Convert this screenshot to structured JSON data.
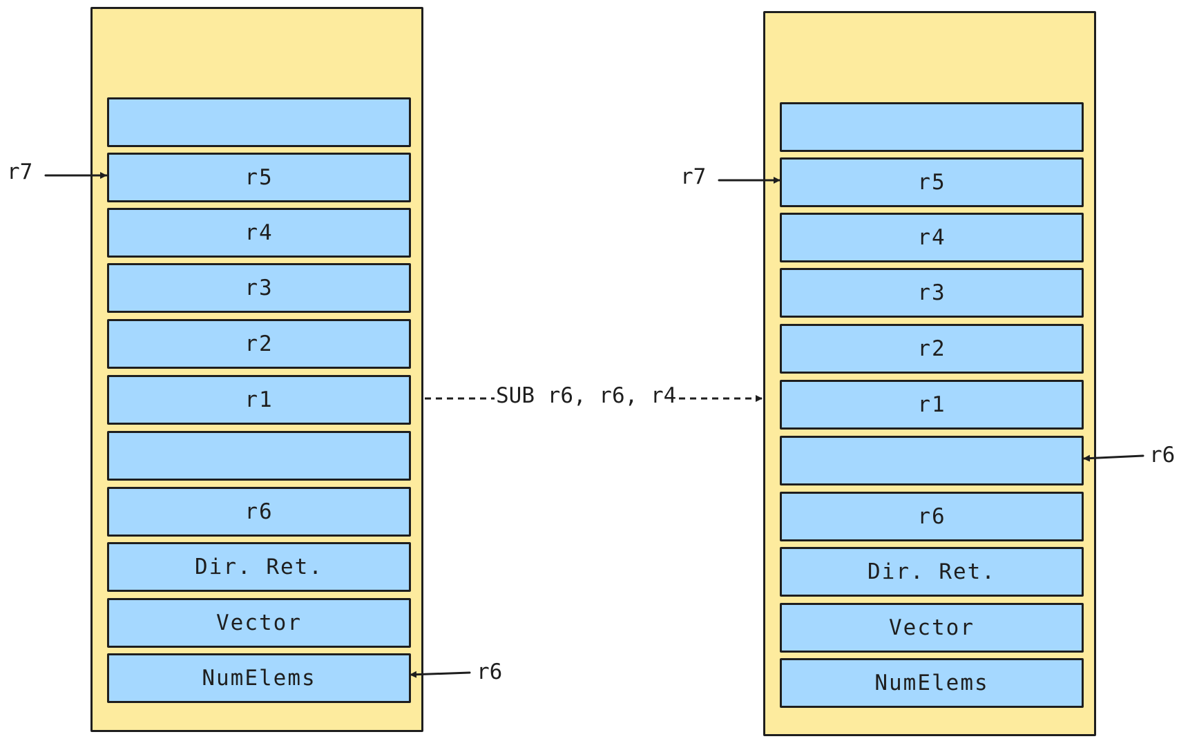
{
  "before_stack": {
    "slots": [
      "",
      "r5",
      "r4",
      "r3",
      "r2",
      "r1",
      "",
      "r6",
      "Dir. Ret.",
      "Vector",
      "NumElems"
    ],
    "pointers": {
      "r7": {
        "label": "r7",
        "slot": 1,
        "side": "left"
      },
      "r6": {
        "label": "r6",
        "slot": 10,
        "side": "right"
      }
    }
  },
  "after_stack": {
    "slots": [
      "",
      "r5",
      "r4",
      "r3",
      "r2",
      "r1",
      "",
      "r6",
      "Dir. Ret.",
      "Vector",
      "NumElems"
    ],
    "pointers": {
      "r7": {
        "label": "r7",
        "slot": 1,
        "side": "left"
      },
      "r6": {
        "label": "r6",
        "slot": 6,
        "side": "right"
      }
    }
  },
  "transition": {
    "instruction": "SUB r6, r6, r4"
  },
  "colors": {
    "stack_fill": "#fdeb9e",
    "slot_fill": "#a5d8ff",
    "stroke": "#1e1e1e"
  }
}
